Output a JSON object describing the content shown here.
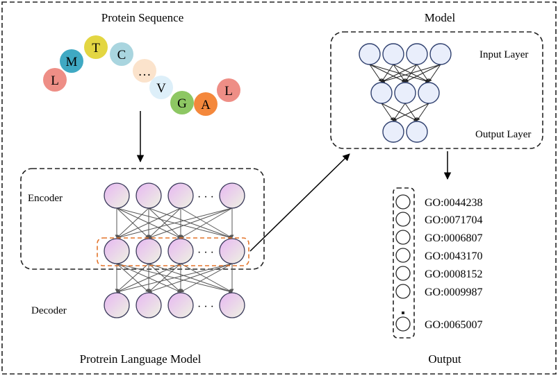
{
  "titles": {
    "protein_sequence": "Protein Sequence",
    "model": "Model",
    "language_model": "Protrein Language Model",
    "output": "Output"
  },
  "layers": {
    "input_layer": "Input Layer",
    "output_layer": "Output Layer",
    "encoder": "Encoder",
    "decoder": "Decoder"
  },
  "sequence": [
    {
      "letter": "L",
      "color": "#EE8E86"
    },
    {
      "letter": "M",
      "color": "#3FA9C3"
    },
    {
      "letter": "T",
      "color": "#E3D642"
    },
    {
      "letter": "C",
      "color": "#A9D5DF"
    },
    {
      "letter": "…",
      "color": "#FBE3CC"
    },
    {
      "letter": "V",
      "color": "#DDEFF9"
    },
    {
      "letter": "G",
      "color": "#8DC763"
    },
    {
      "letter": "A",
      "color": "#F4883C"
    },
    {
      "letter": "L",
      "color": "#EE8E86"
    }
  ],
  "ellipsis": "· · ·",
  "go_terms": [
    "GO:0044238",
    "GO:0071704",
    "GO:0006807",
    "GO:0043170",
    "GO:0008152",
    "GO:0009987",
    "GO:0065007"
  ],
  "colors": {
    "mlp_node_fill": "#E9EEFB",
    "mlp_node_stroke": "#2E3F6E",
    "plm_node_gradient_start": "#E7B7F2",
    "plm_node_gradient_end": "#EEF3E2",
    "highlight_box": "#E3742A"
  }
}
